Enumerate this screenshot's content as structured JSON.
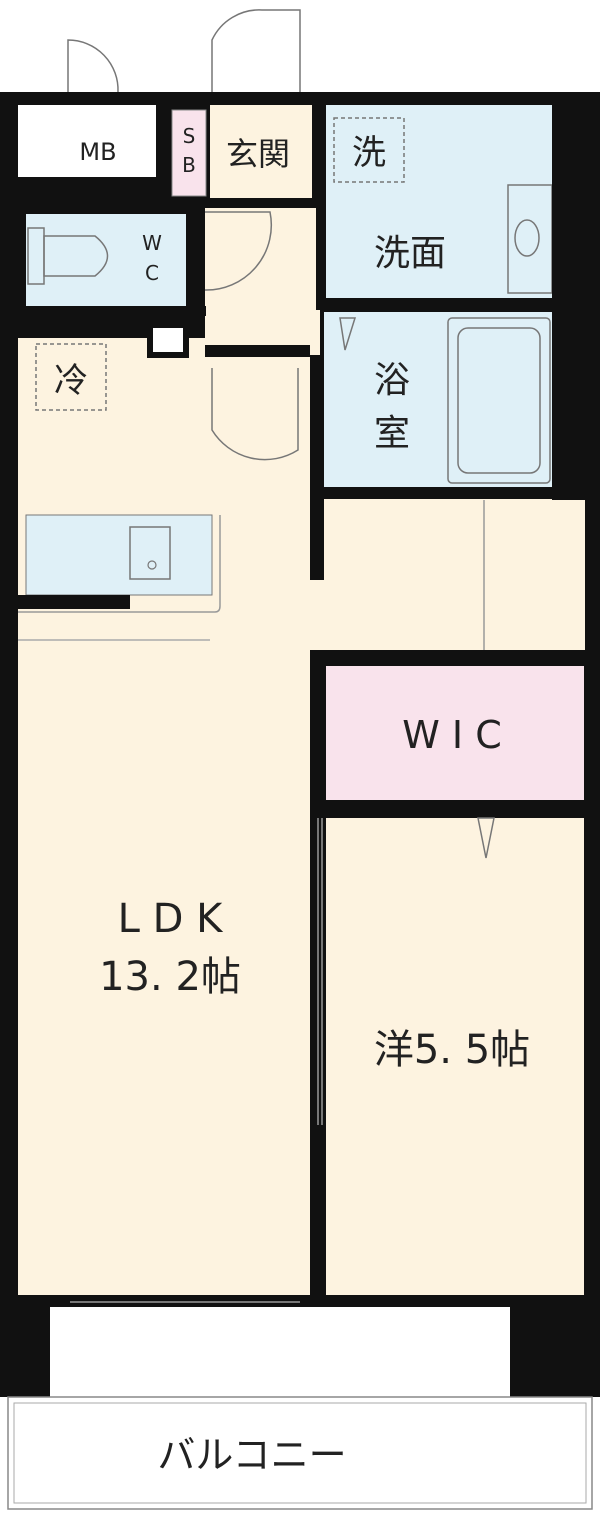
{
  "rooms": {
    "mb": "MB",
    "sb_top": "S",
    "sb_bottom": "B",
    "entrance": "玄関",
    "wc_top": "W",
    "wc_bottom": "C",
    "washer_icon": "洗",
    "washroom": "洗面",
    "bath_line1": "浴",
    "bath_line2": "室",
    "fridge_icon": "冷",
    "wic": "W I C",
    "ldk_name": "L D K",
    "ldk_size": "13. 2帖",
    "western": "洋5. 5帖",
    "balcony": "バルコニー"
  },
  "colors": {
    "wall": "#111111",
    "floor": "#fdf3e0",
    "wet_area": "#dff0f7",
    "storage_pink": "#f9e3ec",
    "white": "#ffffff"
  }
}
